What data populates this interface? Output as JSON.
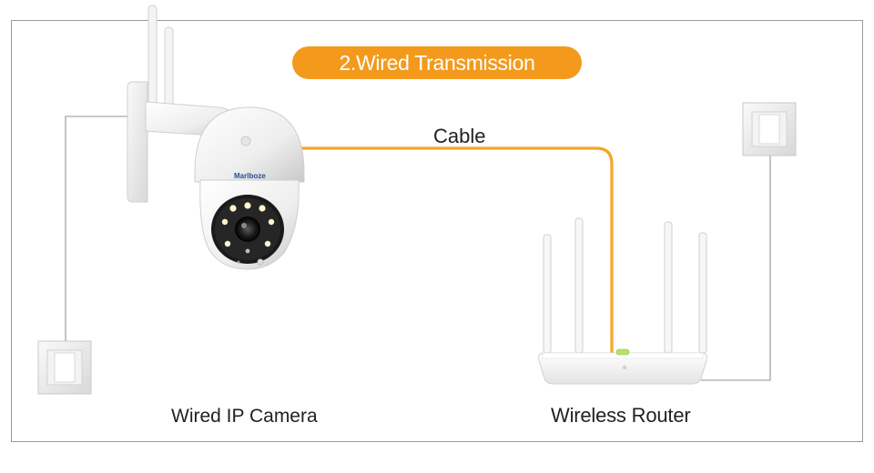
{
  "title": "2.Wired Transmission",
  "cable_label": "Cable",
  "camera": {
    "brand": "Marlboze",
    "label": "Wired IP Camera"
  },
  "router": {
    "label": "Wireless Router"
  },
  "colors": {
    "accent": "#f39a1c",
    "cable": "#f5a623",
    "frame": "#9a9a9a",
    "wire": "#b5b5b5"
  },
  "icons": [
    "ip-camera-icon",
    "wall-socket-icon",
    "router-icon"
  ]
}
